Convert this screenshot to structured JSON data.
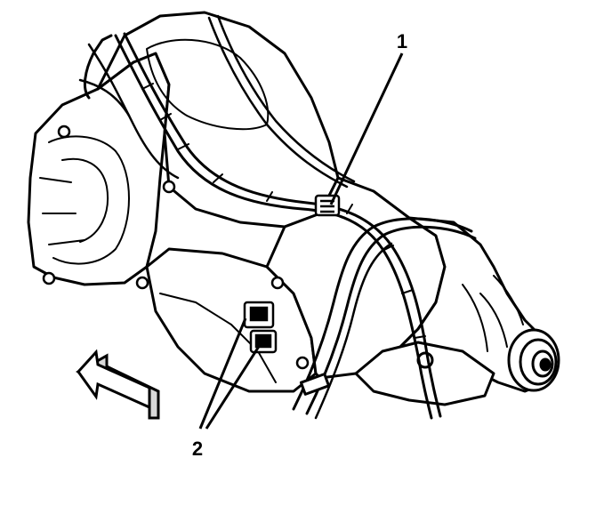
{
  "callouts": [
    {
      "id": "1",
      "label": "1"
    },
    {
      "id": "2",
      "label": "2"
    }
  ],
  "direction_indicator": {
    "icon": "arrow-forward-icon"
  },
  "colors": {
    "line": "#000000",
    "background": "#ffffff",
    "arrow_fill": "#d9d9d9"
  }
}
